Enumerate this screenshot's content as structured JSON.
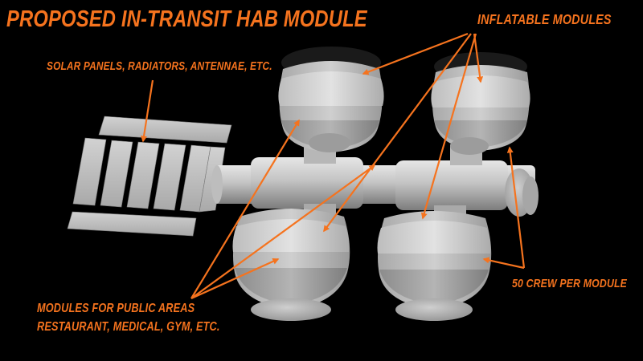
{
  "title": "PROPOSED IN-TRANSIT HAB MODULE",
  "labels": {
    "solar": "SOLAR PANELS, RADIATORS, ANTENNAE, ETC.",
    "inflatable": "INFLATABLE MODULES",
    "crew": "50 CREW PER MODULE",
    "public_line1": "MODULES FOR PUBLIC AREAS",
    "public_line2": "RESTAURANT, MEDICAL, GYM, ETC."
  },
  "colors": {
    "background": "#000000",
    "accent": "#f5731e",
    "hull_light": "#dcdcdc",
    "hull_mid": "#b9b9b9",
    "hull_dark": "#8e8e8e"
  }
}
